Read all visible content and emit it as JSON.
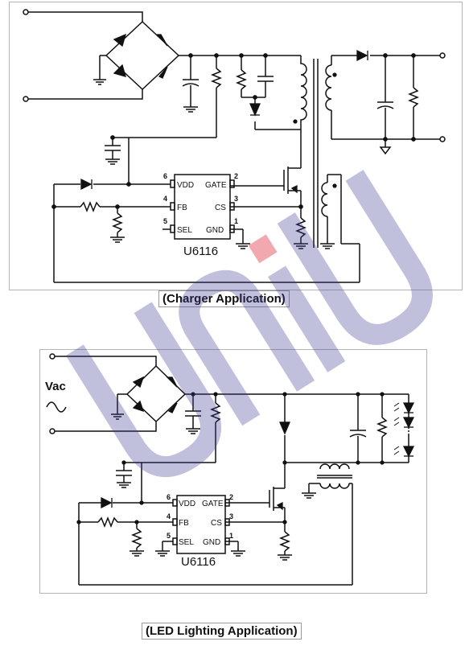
{
  "charger": {
    "caption": "(Charger Application)",
    "chip": {
      "name": "U6116",
      "pins": [
        {
          "num": "6",
          "label": "VDD"
        },
        {
          "num": "4",
          "label": "FB"
        },
        {
          "num": "5",
          "label": "SEL"
        },
        {
          "num": "2",
          "label": "GATE"
        },
        {
          "num": "3",
          "label": "CS"
        },
        {
          "num": "1",
          "label": "GND"
        }
      ]
    }
  },
  "led": {
    "caption": "(LED Lighting Application)",
    "vac_label": "Vac",
    "chip": {
      "name": "U6116",
      "pins": [
        {
          "num": "6",
          "label": "VDD"
        },
        {
          "num": "4",
          "label": "FB"
        },
        {
          "num": "5",
          "label": "SEL"
        },
        {
          "num": "2",
          "label": "GATE"
        },
        {
          "num": "3",
          "label": "CS"
        },
        {
          "num": "1",
          "label": "GND"
        }
      ]
    }
  },
  "watermark": {
    "text": "UNiU",
    "color": "#3c3c96"
  },
  "colors": {
    "wire": "#111111",
    "panel_border": "#b5b5b5",
    "watermark_accent": "#e8707a"
  }
}
